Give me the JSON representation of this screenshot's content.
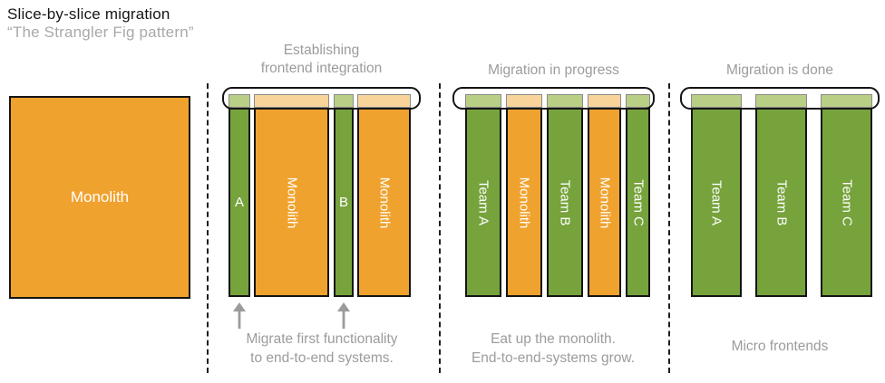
{
  "title": "Slice-by-slice migration",
  "subtitle": "“The Strangler Fig pattern”",
  "colors": {
    "orange": "#F0A22E",
    "orange_light": "#F8D49B",
    "green": "#76A33C",
    "green_light": "#B9CF85",
    "gray_text": "#9C9C9C"
  },
  "monolith": {
    "label": "Monolith"
  },
  "stage2": {
    "header_line1": "Establishing",
    "header_line2": "frontend integration",
    "bars": [
      {
        "label": "A",
        "color": "green"
      },
      {
        "label": "Monolith",
        "color": "orange"
      },
      {
        "label": "B",
        "color": "green"
      },
      {
        "label": "Monolith",
        "color": "orange"
      }
    ],
    "caption_line1": "Migrate first functionality",
    "caption_line2": "to end-to-end systems."
  },
  "stage3": {
    "header": "Migration in progress",
    "bars": [
      {
        "label": "Team A",
        "color": "green"
      },
      {
        "label": "Monolith",
        "color": "orange"
      },
      {
        "label": "Team B",
        "color": "green"
      },
      {
        "label": "Monolith",
        "color": "orange"
      },
      {
        "label": "Team C",
        "color": "green"
      }
    ],
    "caption_line1": "Eat up the monolith.",
    "caption_line2": "End-to-end-systems grow."
  },
  "stage4": {
    "header": "Migration is done",
    "bars": [
      {
        "label": "Team A",
        "color": "green"
      },
      {
        "label": "Team B",
        "color": "green"
      },
      {
        "label": "Team C",
        "color": "green"
      }
    ],
    "caption": "Micro frontends"
  }
}
